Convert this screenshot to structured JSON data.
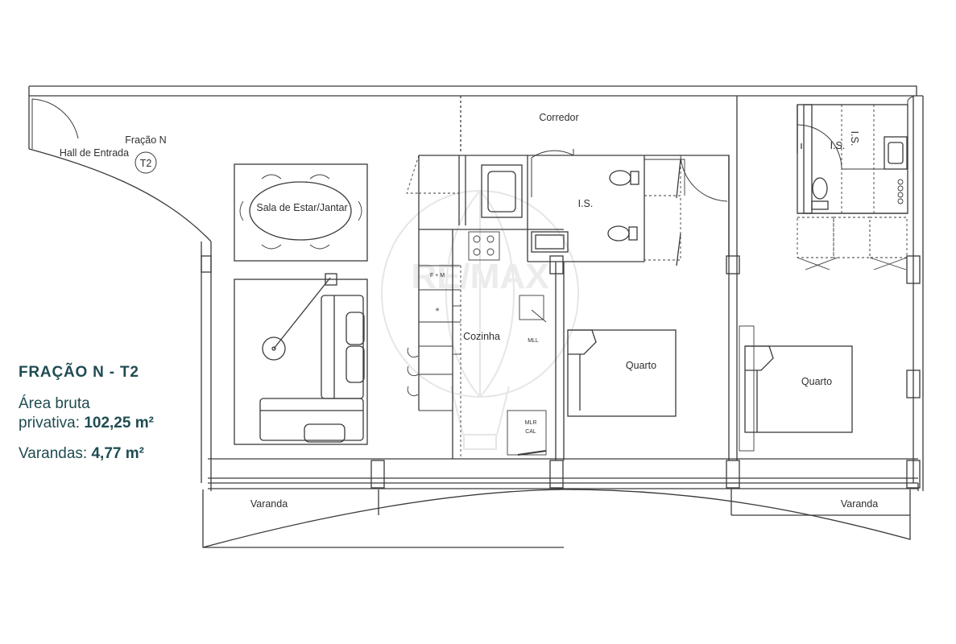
{
  "legend": {
    "title": "FRAÇÃO N - T2",
    "area_label_line1": "Área bruta",
    "area_label_line2": "privativa:",
    "area_value": "102,25 m²",
    "varandas_label": "Varandas:",
    "varandas_value": "4,77 m²",
    "text_color": "#1f4c52"
  },
  "rooms": {
    "corredor": "Corredor",
    "fracao": "Fração N",
    "hall": "Hall de Entrada",
    "tag": "T2",
    "sala": "Sala de Estar/Jantar",
    "is_main": "I.S.",
    "is_suite": "I.S.",
    "is_suite_rotated": "I.S.",
    "cozinha": "Cozinha",
    "quarto_1": "Quarto",
    "quarto_2": "Quarto",
    "varanda_1": "Varanda",
    "varanda_2": "Varanda"
  },
  "appliances": {
    "fm": "F + M",
    "mll": "MLL",
    "mlr": "MLR",
    "cal": "CAL"
  },
  "watermark": {
    "text": "RE/MAX",
    "color": "#ececec"
  },
  "line_color": "#3a3a3a"
}
